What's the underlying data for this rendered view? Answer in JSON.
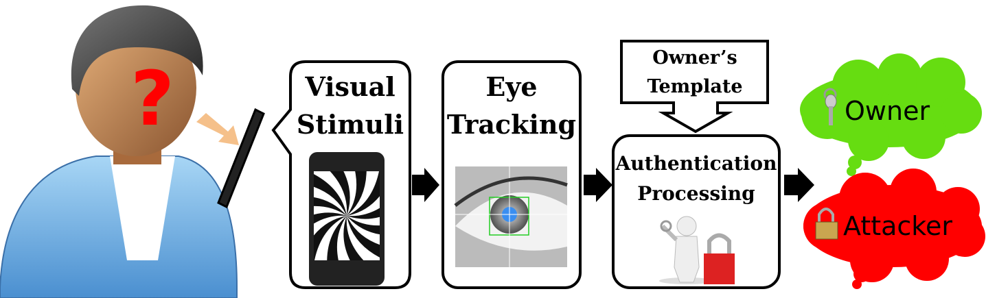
{
  "diagram": {
    "user": {
      "symbol": "?",
      "icon": "unknown-user-icon"
    },
    "steps": [
      {
        "lines": [
          "Visual",
          "Stimuli"
        ],
        "image": "smartphone-spiral-stimulus"
      },
      {
        "lines": [
          "Eye",
          "Tracking"
        ],
        "image": "tracked-eye"
      },
      {
        "lines": [
          "Authentication",
          "Processing"
        ],
        "image": "figure-with-key-and-lock"
      }
    ],
    "template": {
      "lines": [
        "Owner’s",
        "Template"
      ]
    },
    "outcomes": [
      {
        "label": "Owner",
        "icon": "key-icon",
        "color": "#66dd11"
      },
      {
        "label": "Attacker",
        "icon": "padlock-icon",
        "color": "#ff0000"
      }
    ],
    "colors": {
      "gaze_arrow": "#f5c08a",
      "question_mark": "#ff0000",
      "shirt": "#8ec6ee"
    }
  }
}
